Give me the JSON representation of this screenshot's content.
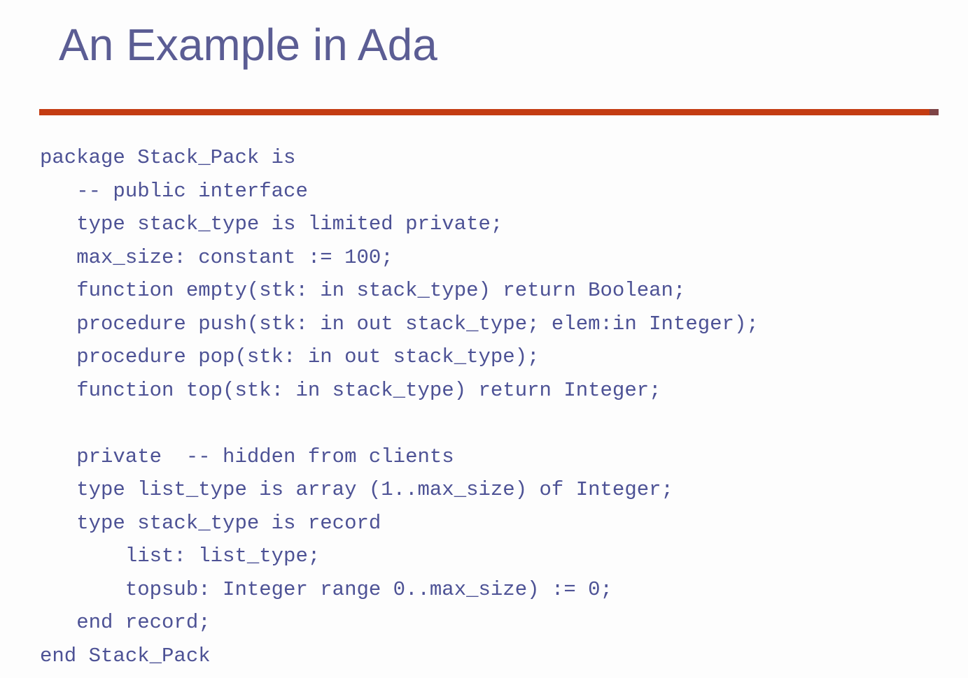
{
  "slide": {
    "title": "An Example in Ada",
    "colors": {
      "background": "#fdfdfd",
      "title": "#5b5d94",
      "code": "#4d5295",
      "accent_rule": "#c43c12",
      "accent_rule_end_cap": "#7e4446"
    },
    "code_language": "Ada",
    "code_lines": [
      "package Stack_Pack is",
      "   -- public interface",
      "   type stack_type is limited private;",
      "   max_size: constant := 100;",
      "   function empty(stk: in stack_type) return Boolean;",
      "   procedure push(stk: in out stack_type; elem:in Integer);",
      "   procedure pop(stk: in out stack_type);",
      "   function top(stk: in stack_type) return Integer;",
      "",
      "   private  -- hidden from clients",
      "   type list_type is array (1..max_size) of Integer;",
      "   type stack_type is record",
      "       list: list_type;",
      "       topsub: Integer range 0..max_size) := 0;",
      "   end record;",
      "end Stack_Pack"
    ]
  }
}
